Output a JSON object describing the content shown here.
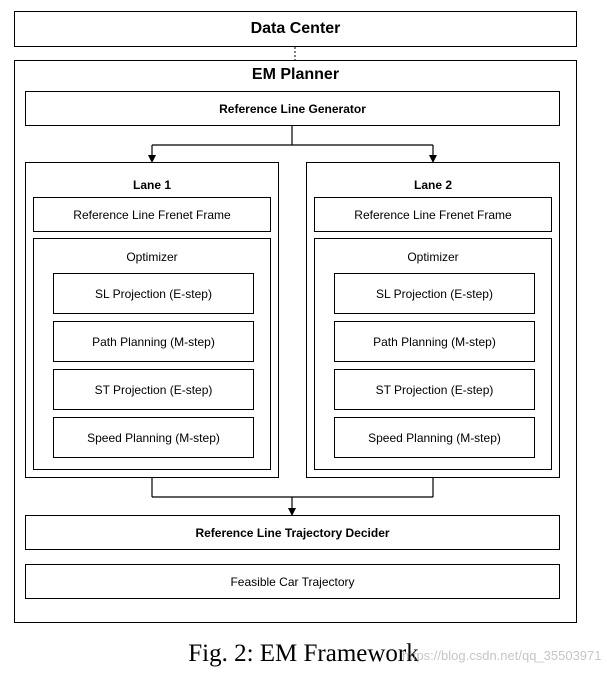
{
  "data_center": "Data Center",
  "em_planner": "EM Planner",
  "reference_line_generator": "Reference Line Generator",
  "lanes": [
    {
      "title": "Lane 1",
      "frenet_frame": "Reference Line Frenet Frame",
      "optimizer": "Optimizer",
      "steps": [
        "SL Projection (E-step)",
        "Path Planning (M-step)",
        "ST Projection (E-step)",
        "Speed Planning (M-step)"
      ]
    },
    {
      "title": "Lane 2",
      "frenet_frame": "Reference Line Frenet Frame",
      "optimizer": "Optimizer",
      "steps": [
        "SL Projection (E-step)",
        "Path Planning (M-step)",
        "ST Projection (E-step)",
        "Speed Planning (M-step)"
      ]
    }
  ],
  "trajectory_decider": "Reference Line Trajectory Decider",
  "feasible_trajectory": "Feasible Car Trajectory",
  "caption": "Fig. 2: EM Framework",
  "watermark": "https://blog.csdn.net/qq_35503971"
}
